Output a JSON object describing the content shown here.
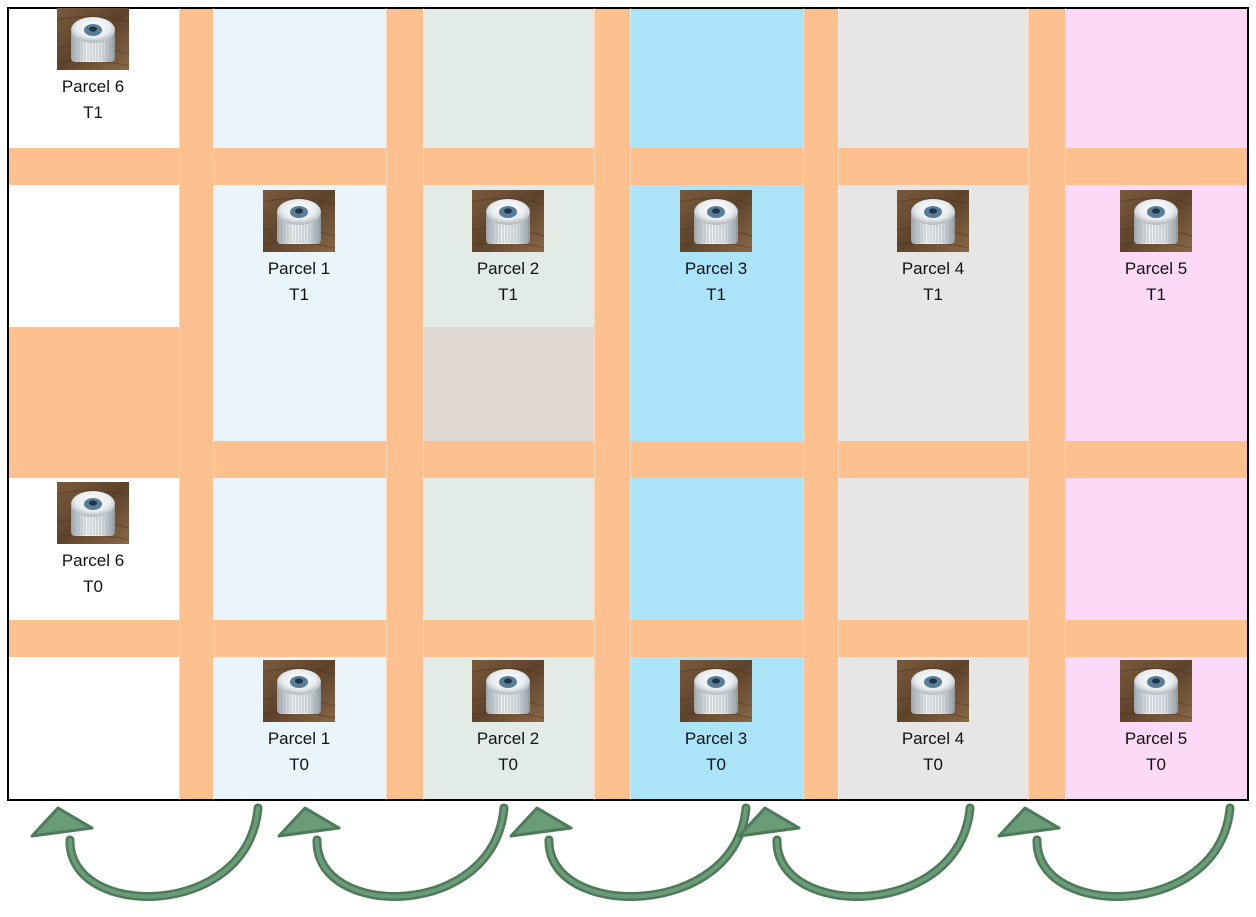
{
  "colors": {
    "aisle": "#FFC090",
    "white": "#FFFFFF",
    "col1": "#EAF4FB",
    "col2": "#E3EBE6",
    "col2_alt": "#E0D8D3",
    "col3": "#ABE3F9",
    "col4": "#E6E6E6",
    "col5": "#FBD9F7",
    "arrow_fill": "#6A9C78",
    "arrow_stroke": "#4E7A5B"
  },
  "parcels": [
    {
      "id": "p6-t1",
      "label": "Parcel 6",
      "time": "T1",
      "icon": "bottle-cap-image"
    },
    {
      "id": "p1-t1",
      "label": "Parcel 1",
      "time": "T1",
      "icon": "bottle-cap-image"
    },
    {
      "id": "p2-t1",
      "label": "Parcel 2",
      "time": "T1",
      "icon": "bottle-cap-image"
    },
    {
      "id": "p3-t1",
      "label": "Parcel 3",
      "time": "T1",
      "icon": "bottle-cap-image"
    },
    {
      "id": "p4-t1",
      "label": "Parcel 4",
      "time": "T1",
      "icon": "bottle-cap-image"
    },
    {
      "id": "p5-t1",
      "label": "Parcel 5",
      "time": "T1",
      "icon": "bottle-cap-image"
    },
    {
      "id": "p6-t0",
      "label": "Parcel 6",
      "time": "T0",
      "icon": "bottle-cap-image"
    },
    {
      "id": "p1-t0",
      "label": "Parcel 1",
      "time": "T0",
      "icon": "bottle-cap-image"
    },
    {
      "id": "p2-t0",
      "label": "Parcel 2",
      "time": "T0",
      "icon": "bottle-cap-image"
    },
    {
      "id": "p3-t0",
      "label": "Parcel 3",
      "time": "T0",
      "icon": "bottle-cap-image"
    },
    {
      "id": "p4-t0",
      "label": "Parcel 4",
      "time": "T0",
      "icon": "bottle-cap-image"
    },
    {
      "id": "p5-t0",
      "label": "Parcel 5",
      "time": "T0",
      "icon": "bottle-cap-image"
    }
  ],
  "arrows": [
    {
      "from": "Parcel 1",
      "to": "Parcel 6"
    },
    {
      "from": "Parcel 2",
      "to": "Parcel 1"
    },
    {
      "from": "Parcel 3",
      "to": "Parcel 2"
    },
    {
      "from": "Parcel 4",
      "to": "Parcel 3"
    },
    {
      "from": "Parcel 5",
      "to": "Parcel 4"
    }
  ]
}
